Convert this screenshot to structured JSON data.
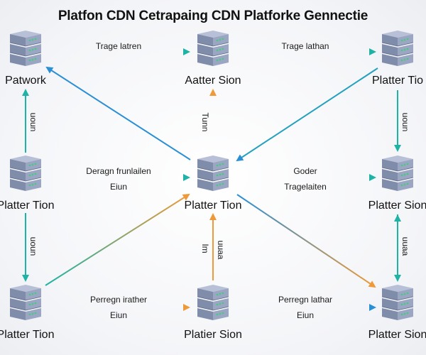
{
  "title": "Platfon CDN Cetrapaing CDN Platforke Gennectie",
  "colors": {
    "teal": "#1fb3a6",
    "blue": "#2b8fd6",
    "orange": "#ee9a3a",
    "server_body": "#8a97b4",
    "server_light": "#3ad17a"
  },
  "nodes": [
    {
      "id": "tl",
      "label": "Patwork",
      "icon": "server-stack-icon"
    },
    {
      "id": "tc",
      "label": "Aatter Sion",
      "icon": "server-stack-icon"
    },
    {
      "id": "tr",
      "label": "Platter Tio",
      "icon": "server-stack-icon"
    },
    {
      "id": "ml",
      "label": "Platter Tion",
      "icon": "server-stack-icon"
    },
    {
      "id": "mc",
      "label": "Platter Tion",
      "icon": "server-stack-icon"
    },
    {
      "id": "mr",
      "label": "Platter Sion",
      "icon": "server-stack-icon"
    },
    {
      "id": "bl",
      "label": "Platter Tion",
      "icon": "server-stack-icon"
    },
    {
      "id": "bc",
      "label": "Platier Sion",
      "icon": "server-stack-icon"
    },
    {
      "id": "br",
      "label": "Platter Sion",
      "icon": "server-stack-icon"
    }
  ],
  "edge_labels": {
    "top_left": "Trage latren",
    "top_right": "Trage lathan",
    "mid_left_top": "Deragn frunlailen",
    "mid_left_bottom": "Eiun",
    "mid_right_top": "Goder",
    "mid_right_bottom": "Tragelaiten",
    "bot_left_top": "Perregn irather",
    "bot_left_bottom": "Eiun",
    "bot_right_top": "Perregn lathar",
    "bot_right_bottom": "Eiun",
    "v_left_top": "uoun",
    "v_left_bottom": "uoun",
    "v_center_top": "Tunn",
    "v_center_bottom_a": "Im",
    "v_center_bottom_b": "uuaa",
    "v_right_top": "uoun",
    "v_right_bottom": "uuaa"
  }
}
